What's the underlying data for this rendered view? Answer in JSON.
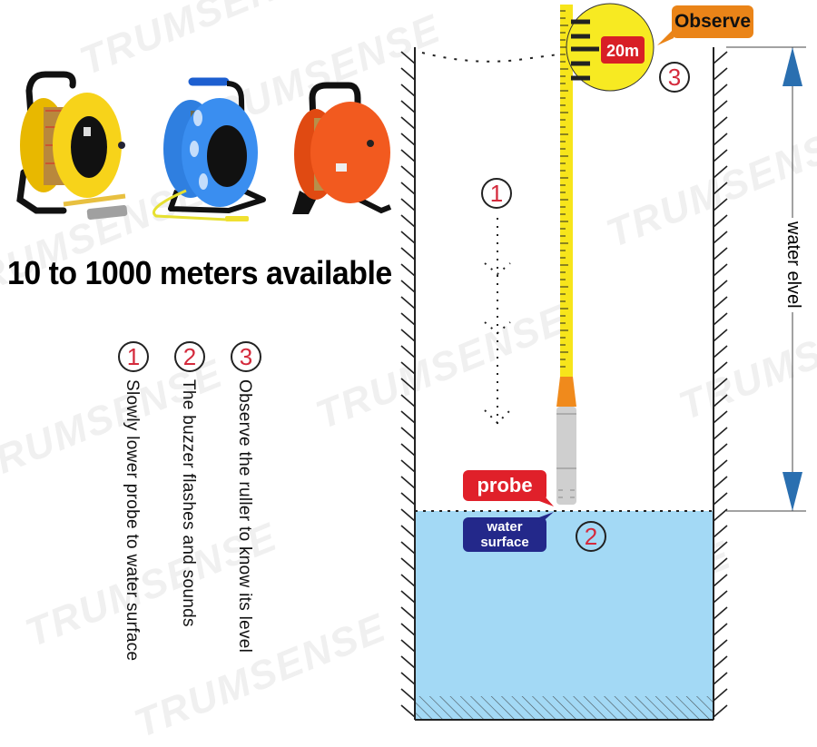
{
  "brand_watermark": "TRUMSENSE",
  "products": {
    "items": [
      {
        "name": "yellow-reel",
        "color": "#f7d31a"
      },
      {
        "name": "blue-reel",
        "color": "#2f86e0"
      },
      {
        "name": "orange-reel",
        "color": "#f25a1f"
      }
    ]
  },
  "headline": "10 to 1000 meters available",
  "steps": [
    {
      "number": "1",
      "text": "Slowly lower probe to water surface"
    },
    {
      "number": "2",
      "text": "The buzzer flashes and sounds"
    },
    {
      "number": "3",
      "text": "Observe the ruller to know its level"
    }
  ],
  "diagram": {
    "labels": {
      "probe": "probe",
      "water_surface_line1": "water",
      "water_surface_line2": "surface",
      "observe": "Observe",
      "tape_reading": "20m",
      "dimension": "water elvel"
    },
    "step_markers": [
      "1",
      "2",
      "3"
    ],
    "colors": {
      "water": "#a3d9f5",
      "tape": "#f7e51b",
      "probe_collar": "#f08a1c",
      "probe_body": "#cfcfcf",
      "arrow": "#2a6fb0",
      "probe_label_bg": "#e0202a",
      "surface_label_bg": "#23288a",
      "observe_label_bg": "#ea8418",
      "reading_bg": "#d81f26"
    }
  }
}
